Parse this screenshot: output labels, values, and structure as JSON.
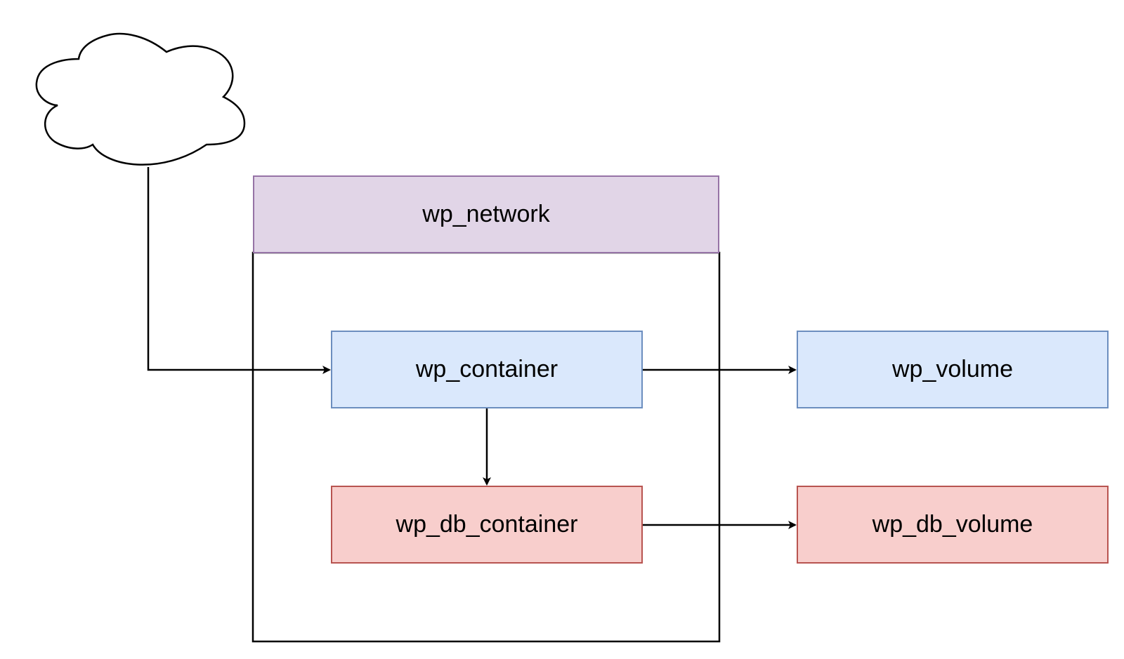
{
  "colors": {
    "network_fill": "#e1d5e7",
    "network_stroke": "#9673a6",
    "blue_fill": "#dae8fc",
    "blue_stroke": "#6c8ebf",
    "red_fill": "#f8cecc",
    "red_stroke": "#b85450",
    "line": "#000000"
  },
  "icons": {
    "internet": "cloud-icon"
  },
  "nodes": {
    "network": "wp_network",
    "wp_container": "wp_container",
    "wp_volume": "wp_volume",
    "wp_db_container": "wp_db_container",
    "wp_db_volume": "wp_db_volume"
  },
  "edges": [
    {
      "from": "cloud",
      "to": "wp_container"
    },
    {
      "from": "wp_container",
      "to": "wp_volume"
    },
    {
      "from": "wp_container",
      "to": "wp_db_container"
    },
    {
      "from": "wp_db_container",
      "to": "wp_db_volume"
    }
  ]
}
